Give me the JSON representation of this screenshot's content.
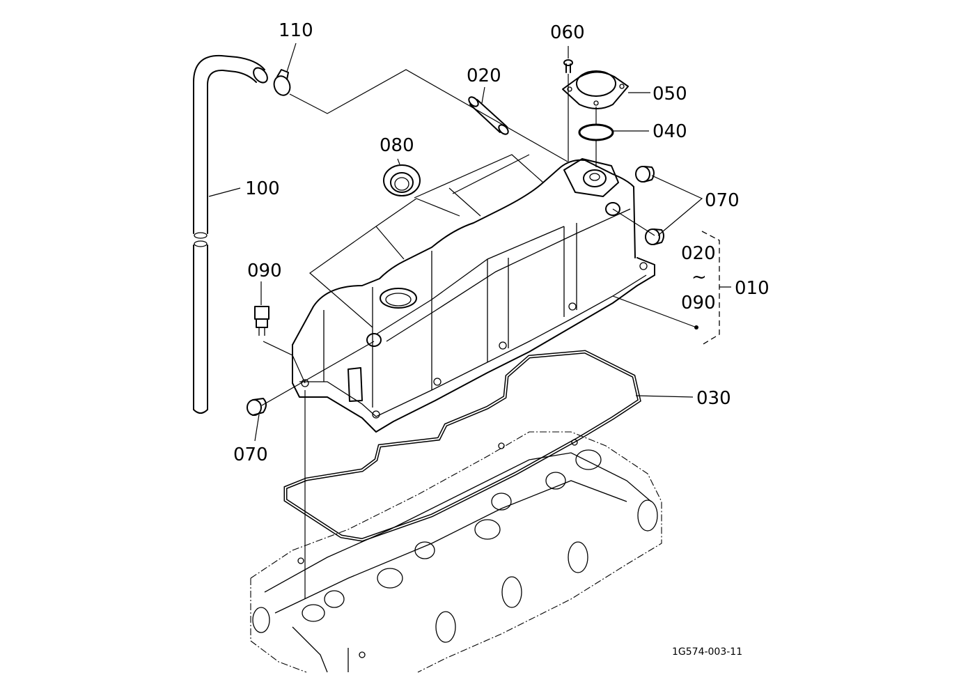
{
  "parts": [
    {
      "id": "callout-110",
      "label": "110"
    },
    {
      "id": "callout-060",
      "label": "060"
    },
    {
      "id": "callout-020",
      "label": "020"
    },
    {
      "id": "callout-050",
      "label": "050"
    },
    {
      "id": "callout-040",
      "label": "040"
    },
    {
      "id": "callout-080",
      "label": "080"
    },
    {
      "id": "callout-100",
      "label": "100"
    },
    {
      "id": "callout-070-right",
      "label": "070"
    },
    {
      "id": "callout-090",
      "label": "090"
    },
    {
      "id": "callout-030",
      "label": "030"
    },
    {
      "id": "callout-070-left",
      "label": "070"
    }
  ],
  "assembly": {
    "from": "020",
    "tilde": "~",
    "to": "090",
    "label": "010"
  },
  "drawing_code": "1G574-003-11"
}
